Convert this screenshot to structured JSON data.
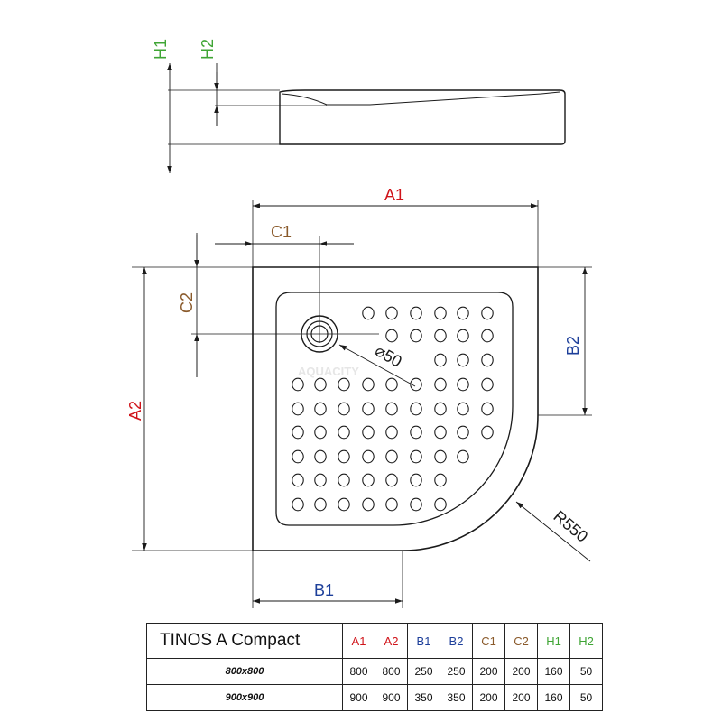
{
  "dims": {
    "A1": "A1",
    "A2": "A2",
    "B1": "B1",
    "B2": "B2",
    "C1": "C1",
    "C2": "C2",
    "H1": "H1",
    "H2": "H2",
    "drain": "⌀50",
    "radius": "R550"
  },
  "watermark": "AQUACITY",
  "colors": {
    "A": "#d0141a",
    "B": "#1d3f9a",
    "C": "#8a5a2b",
    "H": "#3fa535",
    "line": "#1a1a1a"
  },
  "table": {
    "model": "TINOS A Compact",
    "headers": [
      "A1",
      "A2",
      "B1",
      "B2",
      "C1",
      "C2",
      "H1",
      "H2"
    ],
    "rows": [
      {
        "size": "800x800",
        "values": [
          "800",
          "800",
          "250",
          "250",
          "200",
          "200",
          "160",
          "50"
        ]
      },
      {
        "size": "900x900",
        "values": [
          "900",
          "900",
          "350",
          "350",
          "200",
          "200",
          "160",
          "50"
        ]
      }
    ]
  }
}
